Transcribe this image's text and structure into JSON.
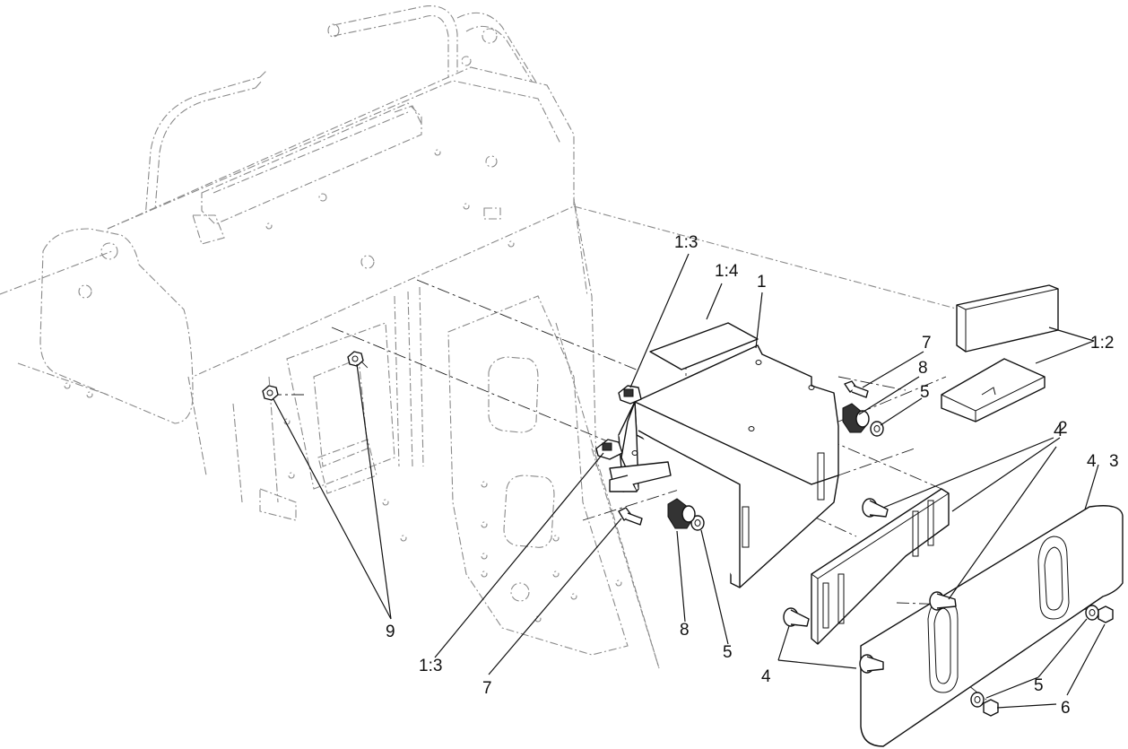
{
  "callouts": {
    "c1": "1",
    "c1_2": "1:2",
    "c1_3_top": "1:3",
    "c1_3_bottom": "1:3",
    "c1_4": "1:4",
    "c2": "2",
    "c3": "3",
    "c4_a": "4",
    "c4_b": "4",
    "c4_c": "4",
    "c5_a": "5",
    "c5_b": "5",
    "c5_c": "5",
    "c6": "6",
    "c7_a": "7",
    "c7_b": "7",
    "c8_a": "8",
    "c8_b": "8",
    "c9": "9"
  }
}
